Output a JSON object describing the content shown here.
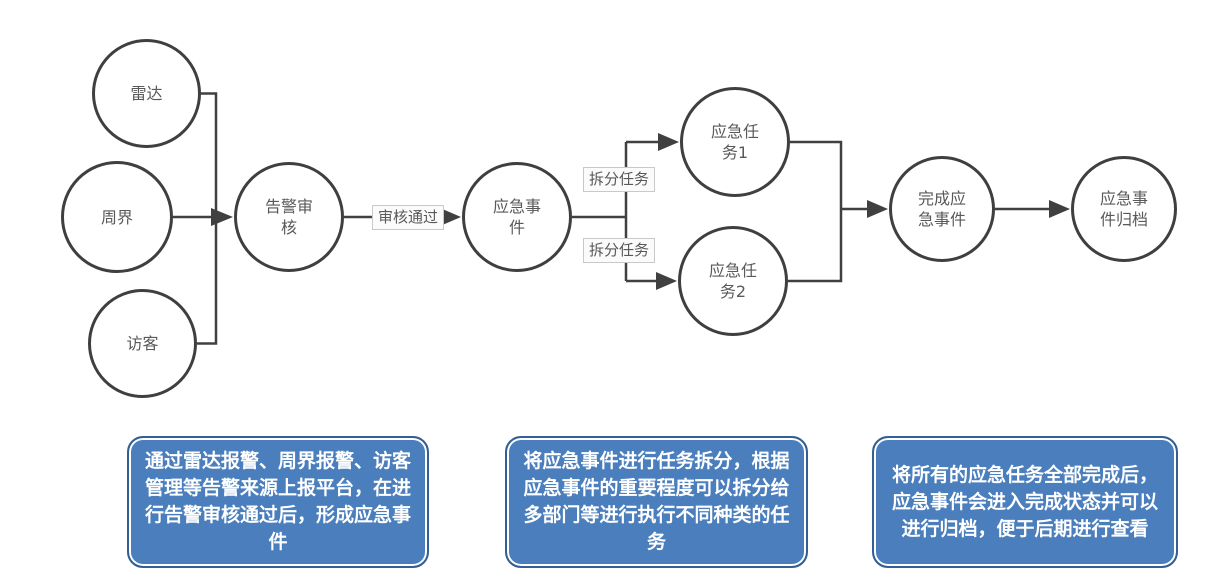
{
  "diagram": {
    "nodes": {
      "radar": {
        "label": "雷达"
      },
      "perimeter": {
        "label": "周界"
      },
      "visitor": {
        "label": "访客"
      },
      "alarm_review": {
        "label": "告警审核"
      },
      "emergency_event": {
        "label": "应急事件"
      },
      "task1": {
        "label": "应急任务1"
      },
      "task2": {
        "label": "应急任务2"
      },
      "complete_event": {
        "label": "完成应急事件"
      },
      "archive_event": {
        "label": "应急事件归档"
      }
    },
    "edge_labels": {
      "review_passed": "审核通过",
      "split_task_top": "拆分任务",
      "split_task_bottom": "拆分任务"
    },
    "notes": [
      "通过雷达报警、周界报警、访客管理等告警来源上报平台，在进行告警审核通过后，形成应急事件",
      "将应急事件进行任务拆分，根据应急事件的重要程度可以拆分给多部门等进行执行不同种类的任务",
      "将所有的应急任务全部完成后，应急事件会进入完成状态并可以进行归档，便于后期进行查看"
    ],
    "colors": {
      "node_border": "#3f3f3f",
      "node_text": "#595959",
      "connector": "#404040",
      "note_fill": "#4a7ebc",
      "note_border": "#355f94",
      "note_text": "#ffffff"
    }
  }
}
